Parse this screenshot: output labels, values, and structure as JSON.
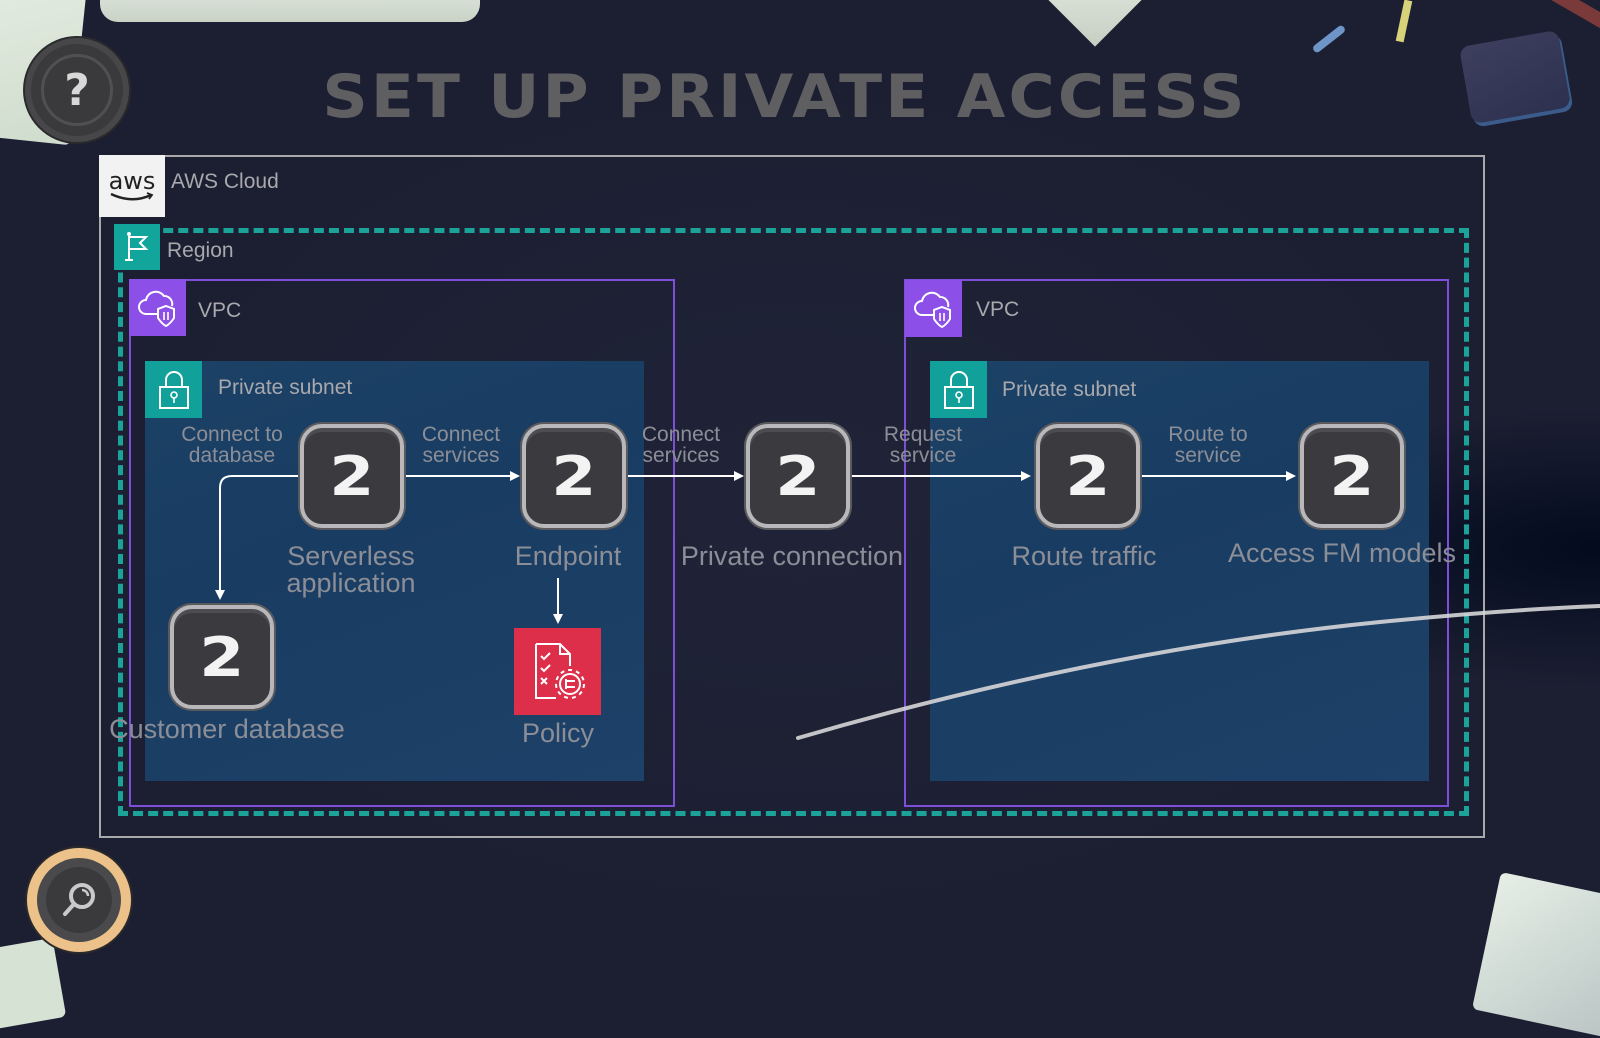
{
  "title": "SET UP PRIVATE ACCESS",
  "buttons": {
    "help": {
      "label": "?",
      "icon": "question-icon"
    },
    "search": {
      "icon": "magnifier-icon"
    }
  },
  "diagram": {
    "cloud": {
      "label": "AWS Cloud",
      "logo_text": "aws"
    },
    "region": {
      "label": "Region"
    },
    "vpcs": [
      {
        "label": "VPC",
        "subnet_label": "Private subnet"
      },
      {
        "label": "VPC",
        "subnet_label": "Private subnet"
      }
    ],
    "nodes": [
      {
        "id": "serverless-application",
        "badge": "2",
        "label": "Serverless application"
      },
      {
        "id": "endpoint",
        "badge": "2",
        "label": "Endpoint"
      },
      {
        "id": "private-connection",
        "badge": "2",
        "label": "Private connection"
      },
      {
        "id": "route-traffic",
        "badge": "2",
        "label": "Route traffic"
      },
      {
        "id": "access-fm-models",
        "badge": "2",
        "label": "Access FM models"
      },
      {
        "id": "customer-database",
        "badge": "2",
        "label": "Customer database"
      },
      {
        "id": "policy",
        "label": "Policy"
      }
    ],
    "edges": [
      {
        "from": "serverless-application",
        "to": "customer-database",
        "label": "Connect to database"
      },
      {
        "from": "serverless-application",
        "to": "endpoint",
        "label": "Connect services"
      },
      {
        "from": "endpoint",
        "to": "private-connection",
        "label": "Connect services"
      },
      {
        "from": "private-connection",
        "to": "route-traffic",
        "label": "Request service"
      },
      {
        "from": "route-traffic",
        "to": "access-fm-models",
        "label": "Route to service"
      },
      {
        "from": "endpoint",
        "to": "policy",
        "label": ""
      }
    ]
  },
  "colors": {
    "background": "#1c1f32",
    "region_border": "#1ba39a",
    "vpc_border": "#7d4fd8",
    "vpc_icon": "#8c4fe8",
    "subnet_fill": "#1c4266",
    "subnet_icon": "#12a19a",
    "policy_fill": "#dd2e4a",
    "search_ring": "#edc28a"
  }
}
